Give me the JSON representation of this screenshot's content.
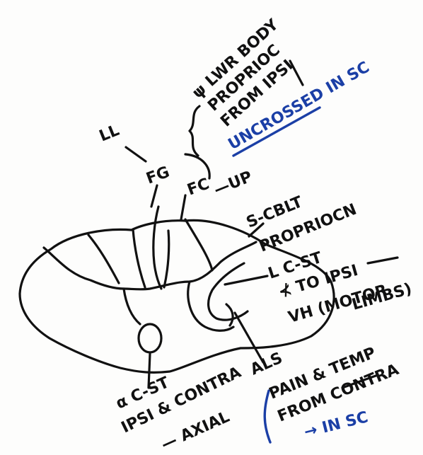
{
  "labels": {
    "ll": "LL",
    "fg": "FG",
    "fc": "FC",
    "fc_note": "—UP",
    "fg_note_line1": "ψ LWR BODY",
    "fg_note_line2": "PROPRIOC",
    "fg_note_line3": "FROM IPSI",
    "fg_note_blue": "UNCROSSED IN SC",
    "scblt_line1": "S-CBLT",
    "scblt_line2": "PROPRIOCN",
    "lcst_line1": "L C-ST",
    "lcst_line2": "⊀ TO IPSI",
    "lcst_line3": "VH (MOTOR",
    "lcst_line4": "LIMBS)",
    "als_line1": "ALS",
    "als_line2": "PAIN & TEMP",
    "als_line3": "FROM CONTRA",
    "als_blue": "→ IN SC",
    "acst_line1": "α C-ST",
    "acst_line2": "IPSI & CONTRA",
    "acst_line3": "— AXIAL"
  },
  "colors": {
    "ink": "#111111",
    "blue_ink": "#1b3fa6",
    "paper": "#fdfdfc"
  }
}
